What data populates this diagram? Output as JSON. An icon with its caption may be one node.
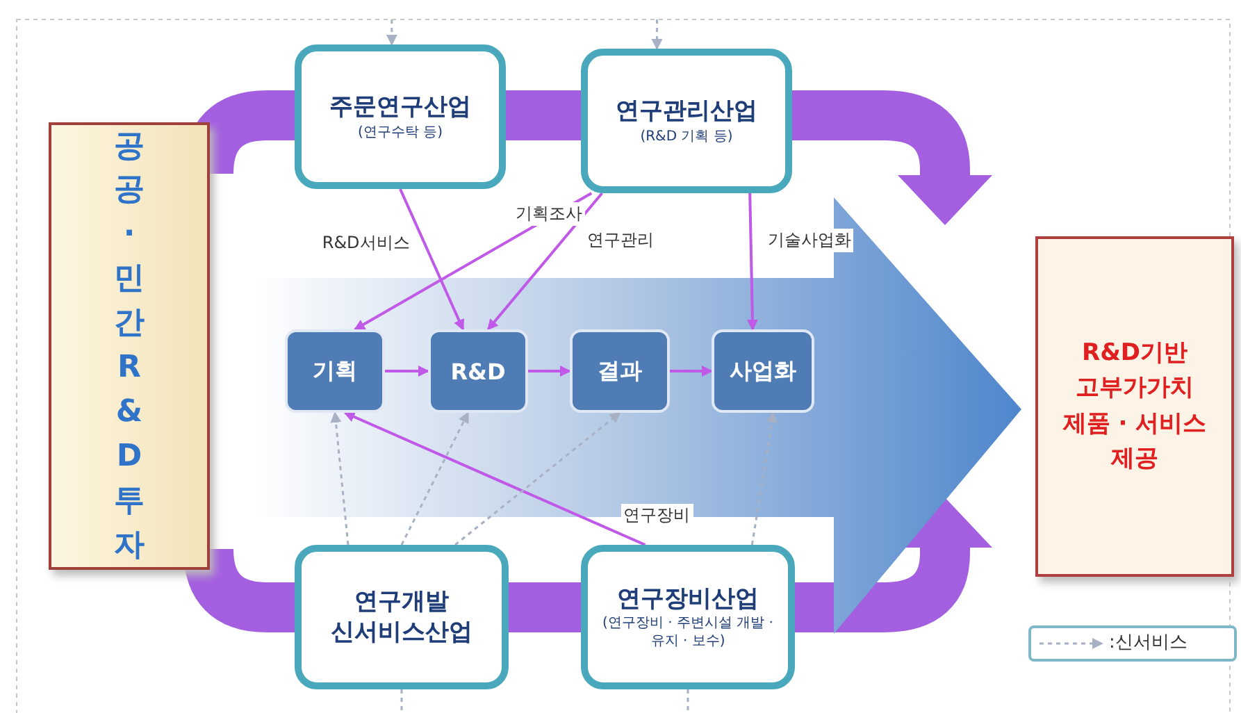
{
  "diagram": {
    "nodes": [
      {
        "text": [
          "공공·민간R&D투자"
        ]
      },
      {
        "text": [
          "주문연구산업",
          "(연구수탁 등)"
        ]
      },
      {
        "text": [
          "연구관리산업",
          "(R&D 기획 등)"
        ]
      },
      {
        "text": [
          "기획"
        ]
      },
      {
        "text": [
          "R&D"
        ]
      },
      {
        "text": [
          "결과"
        ]
      },
      {
        "text": [
          "사업화"
        ]
      },
      {
        "text": [
          "연구개발 신서비스산업"
        ]
      },
      {
        "text": [
          "연구장비산업",
          "(연구장비 · 주변시설 개발 · 유지 · 보수)"
        ]
      },
      {
        "text": [
          "R&D기반 고부가가치 제품 · 서비스 제공"
        ]
      }
    ],
    "edges": [
      {
        "from": 3,
        "to": 4,
        "arrow": "to"
      },
      {
        "from": 4,
        "to": 5,
        "arrow": "to"
      },
      {
        "from": 5,
        "to": 6,
        "arrow": "to"
      },
      {
        "from": 1,
        "to": 4,
        "arrow": "to",
        "label": "R&D서비스"
      },
      {
        "from": 2,
        "to": 3,
        "arrow": "to",
        "label": "기획조사"
      },
      {
        "from": 2,
        "to": 4,
        "arrow": "to",
        "label": "연구관리"
      },
      {
        "from": 2,
        "to": 6,
        "arrow": "to",
        "label": "기술사업화"
      },
      {
        "from": 8,
        "to": 3,
        "arrow": "to",
        "label": "연구장비"
      },
      {
        "from": 7,
        "to": 3,
        "arrow": "to",
        "style": "dashed",
        "color": "#a8b0c4"
      },
      {
        "from": 7,
        "to": 4,
        "arrow": "to",
        "style": "dashed",
        "color": "#a8b0c4"
      },
      {
        "from": 7,
        "to": 5,
        "arrow": "to",
        "style": "dashed",
        "color": "#a8b0c4"
      },
      {
        "from": 8,
        "to": 6,
        "arrow": "to",
        "style": "dashed",
        "color": "#a8b0c4"
      },
      {
        "from": null,
        "to": 1,
        "arrow": "to",
        "style": "dashed",
        "color": "#a8b0c4"
      },
      {
        "from": null,
        "to": 2,
        "arrow": "to",
        "style": "dashed",
        "color": "#a8b0c4"
      },
      {
        "from": 7,
        "to": null,
        "arrow": "none",
        "style": "dashed",
        "color": "#a8b0c4"
      },
      {
        "from": 8,
        "to": null,
        "arrow": "none",
        "style": "dashed",
        "color": "#a8b0c4"
      },
      {
        "from": 0,
        "to": 9,
        "arrow": "to",
        "style": "thick",
        "color": "#4f86cc"
      }
    ],
    "legend": [
      {
        "text": ":신서비스"
      }
    ]
  }
}
